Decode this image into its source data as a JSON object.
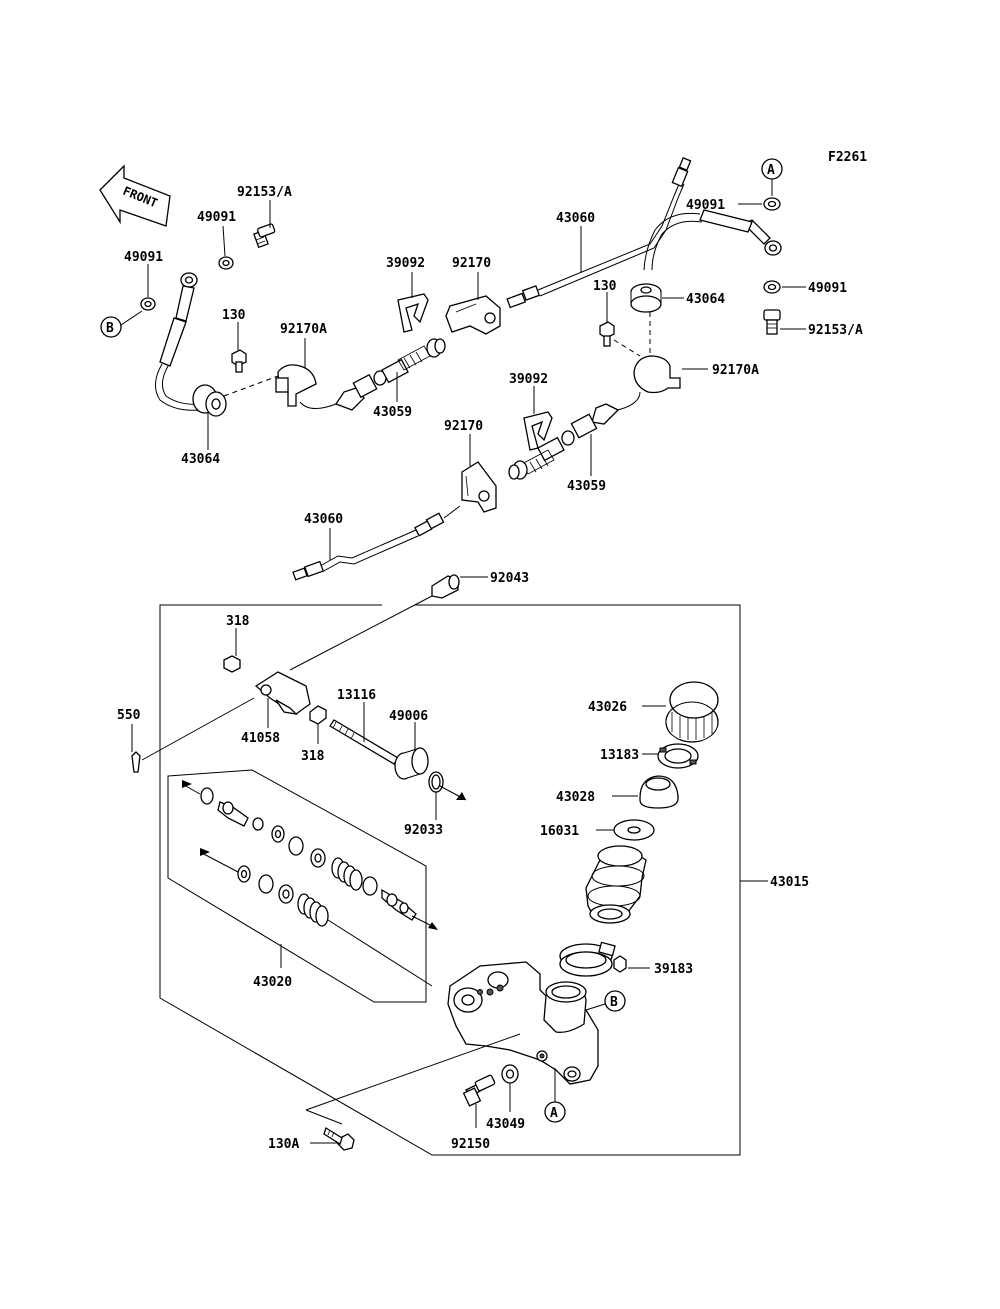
{
  "figure_code": "F2261",
  "front_label": "FRONT",
  "ref_letters": {
    "a": "A",
    "b": "B"
  },
  "labels": {
    "p92153a_left": "92153/A",
    "p49091_left_upper": "49091",
    "p49091_left_lower": "49091",
    "p130_left": "130",
    "p92170a_left": "92170A",
    "p43064_left": "43064",
    "p39092_upper": "39092",
    "p92170_upper": "92170",
    "p43060_upper": "43060",
    "p43059_upper": "43059",
    "p130_right": "130",
    "p43064_right": "43064",
    "p49091_right_upper": "49091",
    "p49091_right_lower": "49091",
    "p92153a_right": "92153/A",
    "p92170a_right": "92170A",
    "p39092_lower": "39092",
    "p92170_lower": "92170",
    "p43059_lower": "43059",
    "p43060_lower": "43060",
    "p92043": "92043",
    "p318_top": "318",
    "p550": "550",
    "p41058": "41058",
    "p318_bottom": "318",
    "p13116": "13116",
    "p49006": "49006",
    "p92033": "92033",
    "p43026": "43026",
    "p13183": "13183",
    "p43028": "43028",
    "p16031": "16031",
    "p43015": "43015",
    "p43020": "43020",
    "p39183": "39183",
    "p43049": "43049",
    "p92150": "92150",
    "p130a": "130A"
  }
}
